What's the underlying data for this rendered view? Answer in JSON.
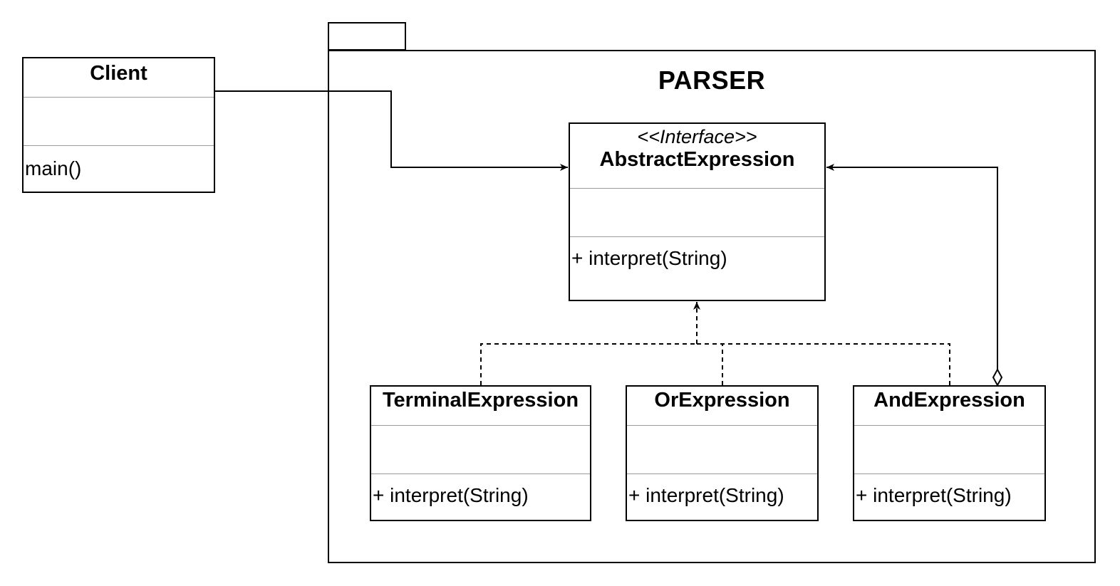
{
  "diagram": {
    "package": {
      "title": "PARSER"
    },
    "classes": {
      "client": {
        "name": "Client",
        "operations": [
          "main()"
        ]
      },
      "abstract_expression": {
        "stereotype": "<<Interface>>",
        "name": "AbstractExpression",
        "operations": [
          "+ interpret(String)"
        ]
      },
      "terminal_expression": {
        "name": "TerminalExpression",
        "operations": [
          "+ interpret(String)"
        ]
      },
      "or_expression": {
        "name": "OrExpression",
        "operations": [
          "+ interpret(String)"
        ]
      },
      "and_expression": {
        "name": "AndExpression",
        "operations": [
          "+ interpret(String)"
        ]
      }
    },
    "relationships": [
      {
        "from": "Client",
        "to": "AbstractExpression",
        "kind": "association",
        "line": "solid",
        "arrow": "open-arrow"
      },
      {
        "from": "TerminalExpression",
        "to": "AbstractExpression",
        "kind": "realization",
        "line": "dashed",
        "arrow": "arrow"
      },
      {
        "from": "OrExpression",
        "to": "AbstractExpression",
        "kind": "realization",
        "line": "dashed",
        "arrow": "arrow"
      },
      {
        "from": "AndExpression",
        "to": "AbstractExpression",
        "kind": "realization",
        "line": "dashed",
        "arrow": "arrow"
      },
      {
        "from": "AndExpression",
        "to": "AbstractExpression",
        "kind": "aggregation",
        "line": "solid",
        "arrow": "arrow",
        "source_end": "hollow-diamond"
      }
    ],
    "colors": {
      "stroke": "#000000",
      "compartment_divider": "#9a9a9a",
      "background": "#ffffff"
    }
  }
}
